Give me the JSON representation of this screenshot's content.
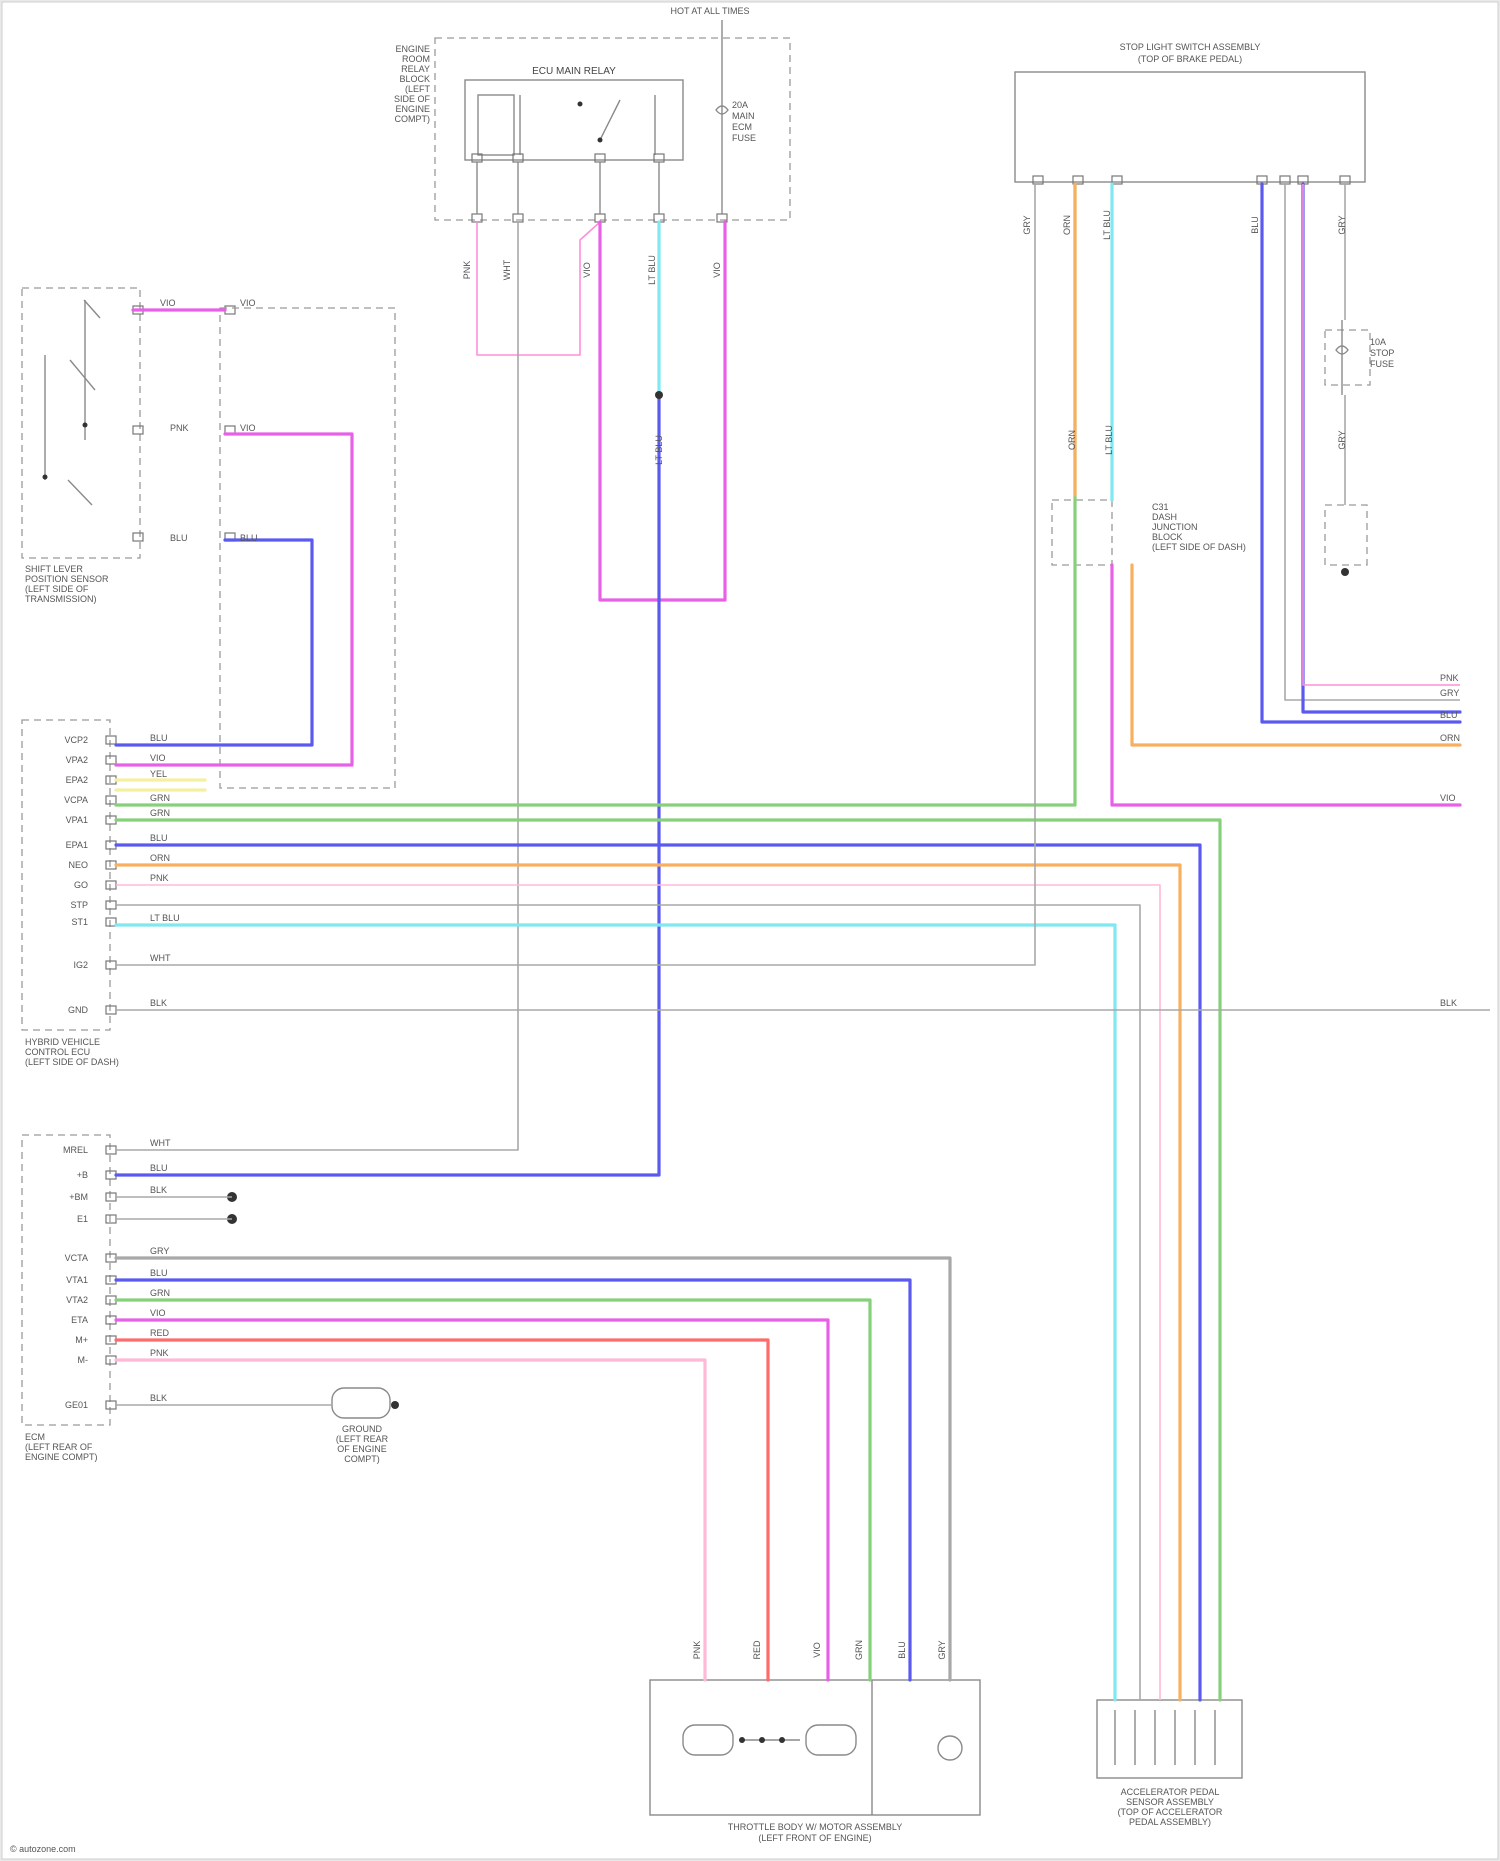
{
  "diagram": {
    "components": {
      "hot_at_all_times": "HOT AT ALL TIMES",
      "relay_title": "ECU MAIN RELAY",
      "relay_note": [
        "ENGINE",
        "ROOM",
        "RELAY",
        "BLOCK",
        "(LEFT",
        "SIDE OF",
        "ENGINE",
        "COMPT)"
      ],
      "fuse_label": [
        "20A",
        "MAIN",
        "ECM",
        "FUSE"
      ],
      "stop_light_switch": [
        "STOP LIGHT SWITCH ASSEMBLY",
        "(TOP OF BRAKE PEDAL)"
      ],
      "shift_lever_sensor": [
        "SHIFT LEVER",
        "POSITION SENSOR",
        "(LEFT SIDE OF",
        "TRANSMISSION)"
      ],
      "hybrid_vehicle_ecu": [
        "HYBRID VEHICLE",
        "CONTROL ECU",
        "(LEFT SIDE OF DASH)"
      ],
      "ecm": [
        "ECM",
        "(LEFT REAR OF",
        "ENGINE COMPT)"
      ],
      "ground_point": [
        "GROUND",
        "(LEFT REAR",
        "OF ENGINE",
        "COMPT)"
      ],
      "throttle_body": [
        "THROTTLE BODY W/ MOTOR ASSEMBLY",
        "(LEFT FRONT OF ENGINE)"
      ],
      "accel_pedal": [
        "ACCELERATOR PEDAL",
        "SENSOR ASSEMBLY",
        "(TOP OF ACCELERATOR",
        "PEDAL ASSEMBLY)"
      ],
      "fuse_top_right": [
        "10A",
        "STOP",
        "FUSE"
      ],
      "junction_note": [
        "C31",
        "DASH",
        "JUNCTION",
        "BLOCK",
        "(LEFT SIDE OF DASH)"
      ],
      "watermark": "© autozone.com"
    },
    "hybrid_pins": [
      "VCP2",
      "VPA2",
      "EPA2",
      "VCPA",
      "VPA1",
      "EPA1",
      "NEO",
      "GO",
      "STP",
      "ST1",
      "IG2",
      "GND"
    ],
    "ecm_pins": [
      "MREL",
      "+B",
      "+BM",
      "E1",
      "VCTA",
      "VTA1",
      "VTA2",
      "ETA",
      "M+",
      "M-",
      "GE01"
    ],
    "wire_colors": {
      "pink": "PNK",
      "violet": "VIO",
      "blue": "BLU",
      "green": "GRN",
      "orange": "ORN",
      "cyan": "LT BLU",
      "red": "RED",
      "gray": "GRY",
      "white": "WHT",
      "yellow": "YEL",
      "black": "BLK"
    },
    "colors": {
      "pink": "#ff8fd8",
      "violet": "#e860e8",
      "blue": "#5a5af0",
      "green": "#86d07a",
      "orange": "#f8b060",
      "cyan": "#7fe8f0",
      "red": "#ff6a6a",
      "gray": "#a8a8a8",
      "lightpink": "#ffb8d8",
      "yellow": "#f4f0a0"
    }
  }
}
